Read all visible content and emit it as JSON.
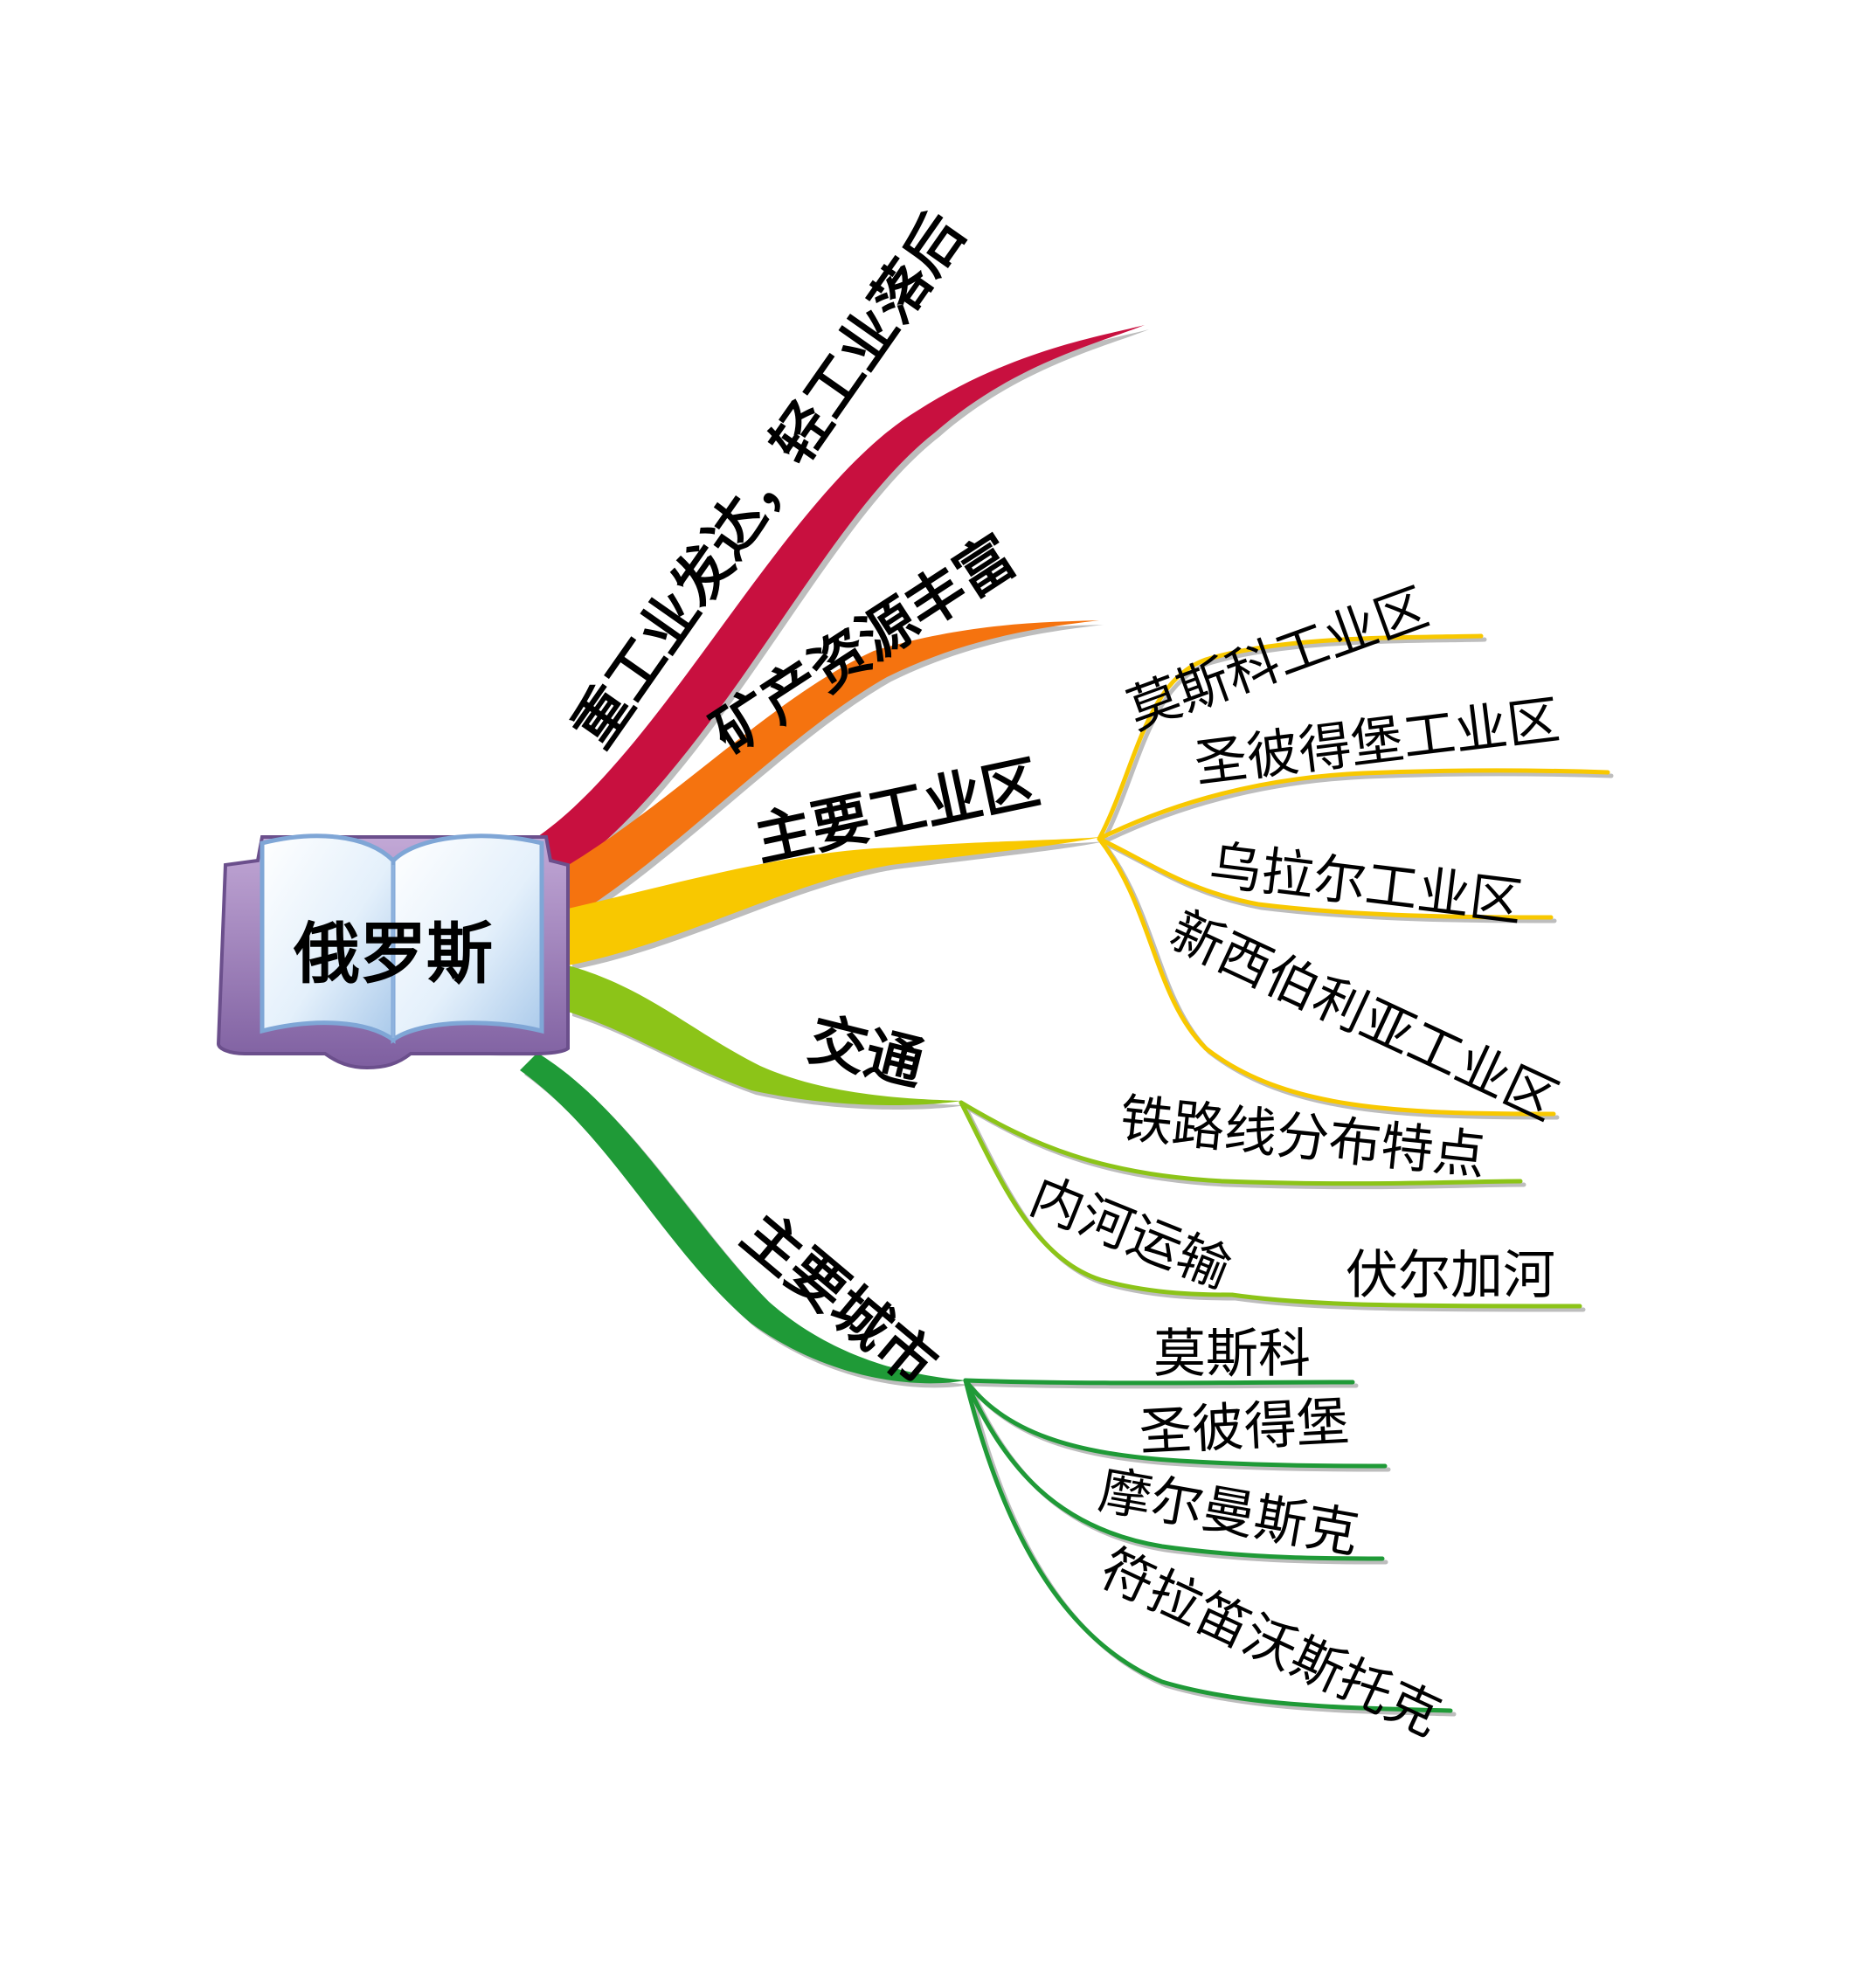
{
  "root": {
    "label": "俄罗斯",
    "icon": "book-icon"
  },
  "branches": [
    {
      "id": "heavy-industry",
      "label": "重工业发达，轻工业落后",
      "color": "#c8103f",
      "children": []
    },
    {
      "id": "minerals",
      "label": "矿产资源丰富",
      "color": "#f5730f",
      "children": []
    },
    {
      "id": "industrial-areas",
      "label": "主要工业区",
      "color": "#f8c800",
      "children": [
        {
          "label": "莫斯科工业区",
          "children": []
        },
        {
          "label": "圣彼得堡工业区",
          "children": []
        },
        {
          "label": "乌拉尔工业区",
          "children": []
        },
        {
          "label": "新西伯利亚工业区",
          "children": []
        }
      ]
    },
    {
      "id": "transport",
      "label": "交通",
      "color": "#8cc418",
      "children": [
        {
          "label": "铁路线分布特点",
          "children": []
        },
        {
          "label": "内河运输",
          "children": [
            {
              "label": "伏尔加河"
            }
          ]
        }
      ]
    },
    {
      "id": "cities",
      "label": "主要城市",
      "color": "#1f9a37",
      "children": [
        {
          "label": "莫斯科",
          "children": []
        },
        {
          "label": "圣彼得堡",
          "children": []
        },
        {
          "label": "摩尔曼斯克",
          "children": []
        },
        {
          "label": "符拉笛沃斯托克",
          "children": []
        }
      ]
    }
  ]
}
